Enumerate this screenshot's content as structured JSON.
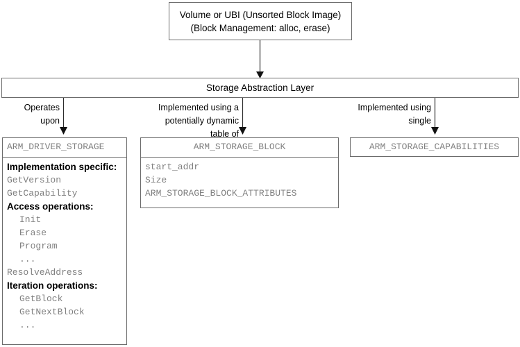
{
  "diagram": {
    "title_box": {
      "lines": [
        "Volume or UBI (Unsorted Block Image)",
        "(Block Management: alloc, erase)"
      ]
    },
    "layer_box": {
      "label": "Storage Abstraction Layer"
    },
    "edges": [
      {
        "label_lines": [
          "Operates",
          "upon"
        ]
      },
      {
        "label_lines": [
          "Implemented using a",
          "potentially dynamic",
          "table of"
        ]
      },
      {
        "label_lines": [
          "Implemented using",
          "single"
        ]
      }
    ],
    "driver_box": {
      "header": "ARM_DRIVER_STORAGE",
      "rows": [
        {
          "text": "Implementation specific:",
          "style": "bold",
          "indent": false
        },
        {
          "text": "GetVersion",
          "style": "mono",
          "indent": false
        },
        {
          "text": "GetCapability",
          "style": "mono",
          "indent": false
        },
        {
          "text": "Access operations:",
          "style": "bold",
          "indent": false
        },
        {
          "text": "Init",
          "style": "mono",
          "indent": true
        },
        {
          "text": "Erase",
          "style": "mono",
          "indent": true
        },
        {
          "text": "Program",
          "style": "mono",
          "indent": true
        },
        {
          "text": "...",
          "style": "mono",
          "indent": true
        },
        {
          "text": "ResolveAddress",
          "style": "mono",
          "indent": false
        },
        {
          "text": "Iteration operations:",
          "style": "bold",
          "indent": false
        },
        {
          "text": "GetBlock",
          "style": "mono",
          "indent": true
        },
        {
          "text": "GetNextBlock",
          "style": "mono",
          "indent": true
        },
        {
          "text": "...",
          "style": "mono",
          "indent": true
        }
      ]
    },
    "block_box": {
      "header": "ARM_STORAGE_BLOCK",
      "rows": [
        {
          "text": "start_addr",
          "style": "mono",
          "indent": false
        },
        {
          "text": "Size",
          "style": "mono",
          "indent": false
        },
        {
          "text": "ARM_STORAGE_BLOCK_ATTRIBUTES",
          "style": "mono",
          "indent": false
        }
      ]
    },
    "capabilities_box": {
      "header": "ARM_STORAGE_CAPABILITIES"
    },
    "colors": {
      "box_border": "#6b6b6b",
      "mono_text": "#808080",
      "label_text": "#000000",
      "connector": "#2b2b2b",
      "background": "#ffffff"
    }
  }
}
